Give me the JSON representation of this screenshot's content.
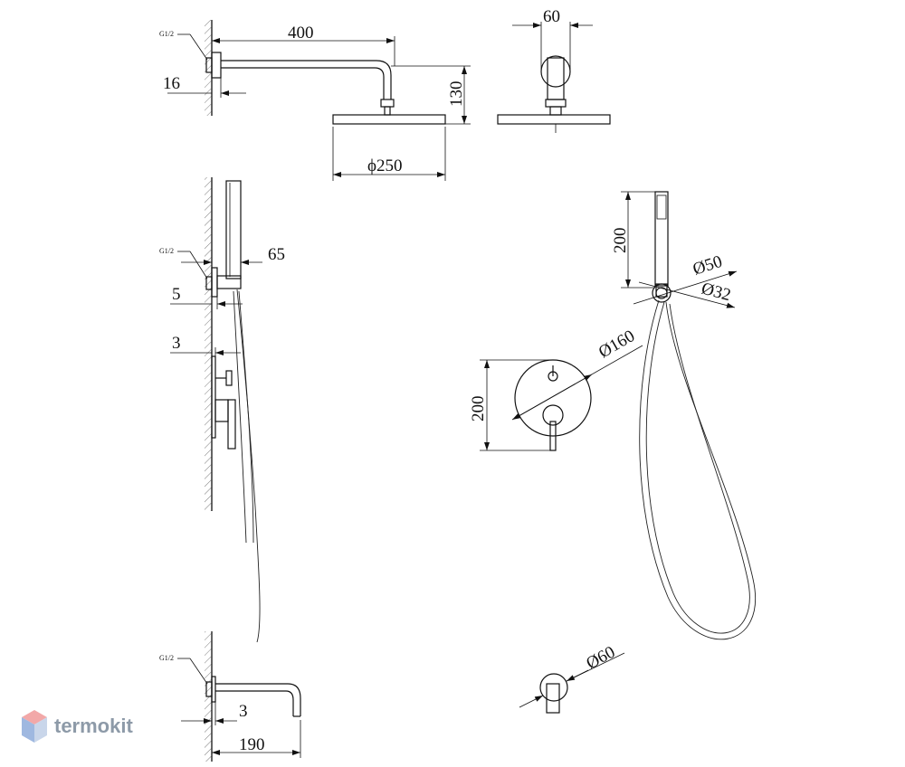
{
  "dimensions": {
    "arm_length": "400",
    "wall_plate_offset": "16",
    "drop_height": "130",
    "head_diameter": "ϕ250",
    "arm_flange": "60",
    "holder_projection": "65",
    "holder_plate": "5",
    "mixer_plate": "3",
    "handshower_length": "200",
    "holder_outer_diameter": "Ø50",
    "holder_inner_diameter": "Ø32",
    "mixer_diameter": "Ø160",
    "mixer_height": "200",
    "spout_rosette_diameter": "Ø60",
    "spout_plate": "3",
    "spout_length": "190"
  },
  "thread_labels": {
    "top": "G1/2",
    "middle": "G1/2",
    "bottom": "G1/2"
  },
  "brand": {
    "name": "termokit",
    "colors": {
      "top": "#f2a8a8",
      "left": "#9fb8e0",
      "right": "#c9d6ea",
      "text": "#8d9aa8"
    }
  }
}
